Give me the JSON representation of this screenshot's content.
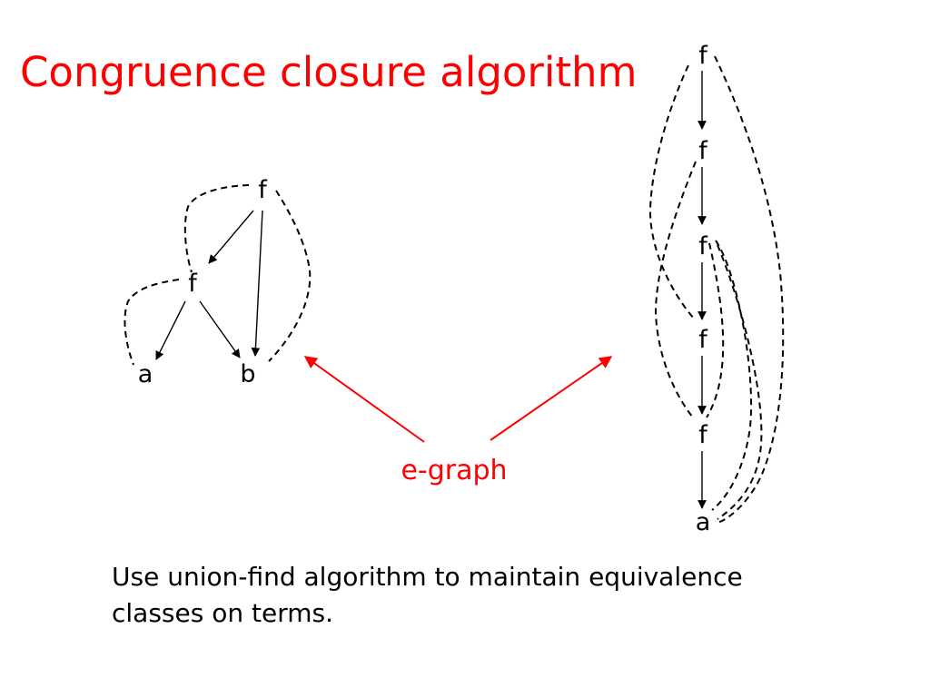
{
  "slide": {
    "title": "Congruence closure algorithm",
    "body": "Use union-find algorithm to maintain equivalence classes on terms.",
    "accent_color": "#ff0000"
  },
  "left_graph": {
    "nodes": [
      {
        "id": "f1",
        "label": "f"
      },
      {
        "id": "f2",
        "label": "f"
      },
      {
        "id": "a",
        "label": "a"
      },
      {
        "id": "b",
        "label": "b"
      }
    ]
  },
  "right_graph": {
    "nodes": [
      {
        "id": "f1",
        "label": "f"
      },
      {
        "id": "f2",
        "label": "f"
      },
      {
        "id": "f3",
        "label": "f"
      },
      {
        "id": "f4",
        "label": "f"
      },
      {
        "id": "f5",
        "label": "f"
      },
      {
        "id": "a",
        "label": "a"
      }
    ]
  },
  "annotation": {
    "label": "e-graph"
  }
}
